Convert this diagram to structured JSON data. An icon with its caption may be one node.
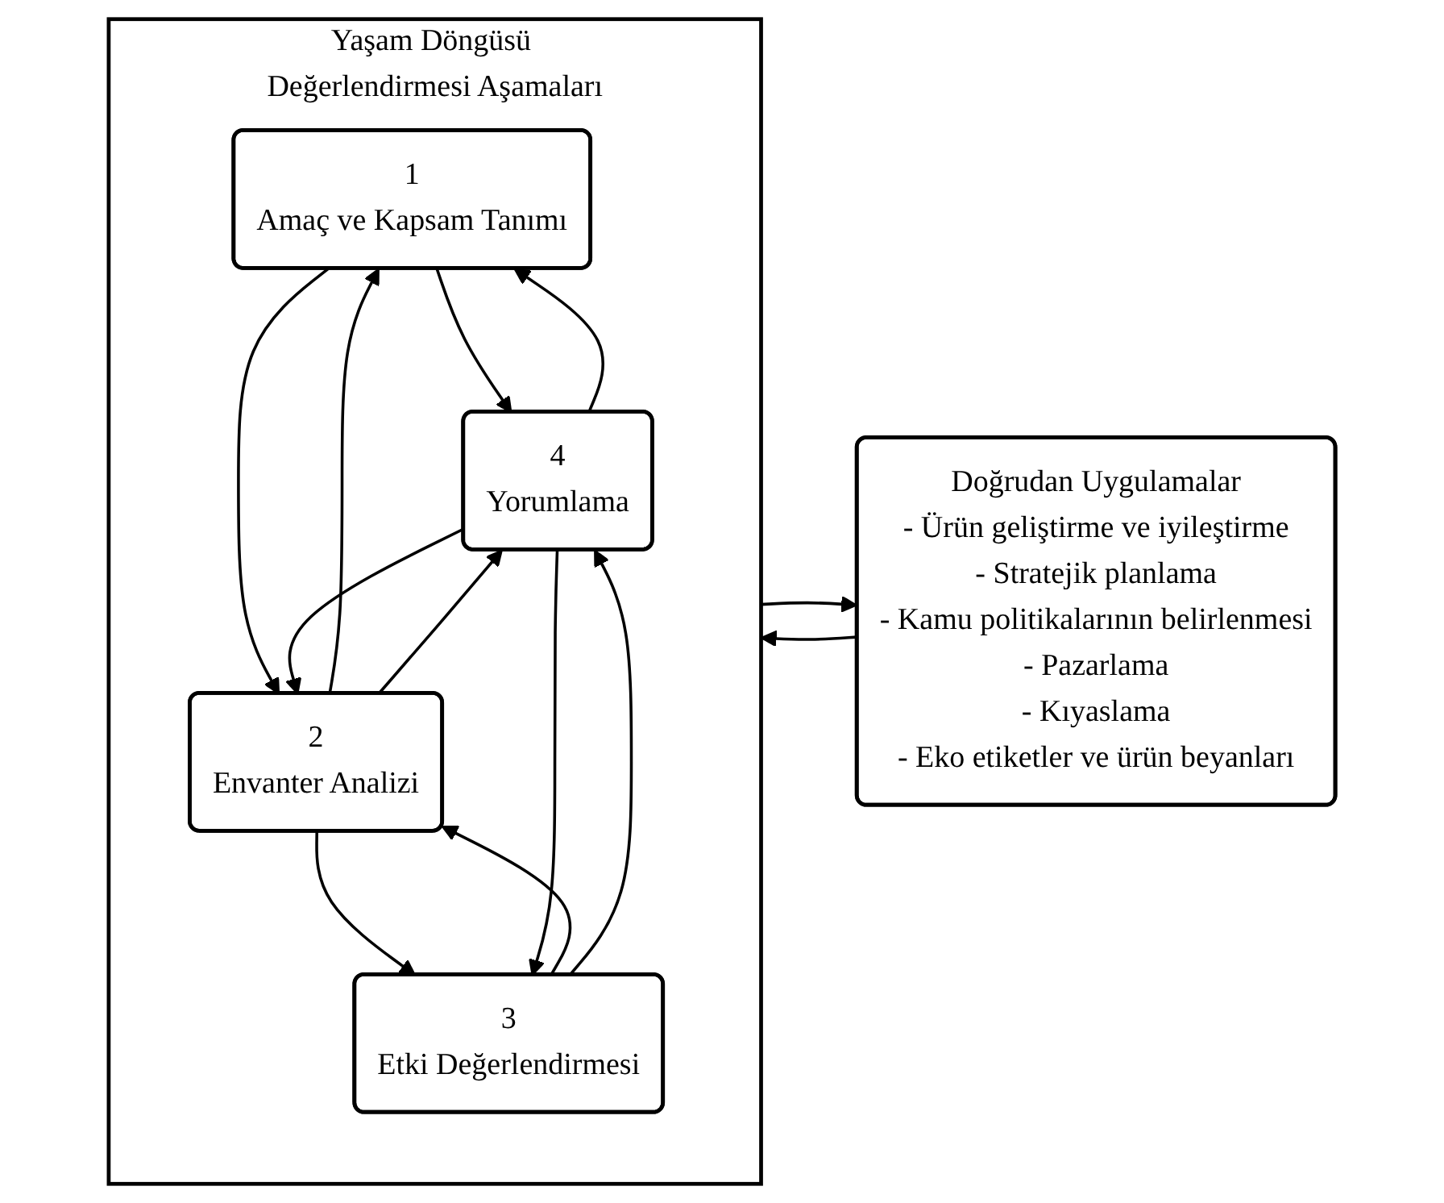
{
  "diagram": {
    "nodes": [
      {
        "text": [
          "Yaşam Döngüsü Değerlendirmesi Aşamaları"
        ]
      },
      {
        "text": [
          "1",
          "Amaç ve Kapsam Tanımı"
        ],
        "in": 0
      },
      {
        "text": [
          "2",
          "Envanter Analizi"
        ],
        "in": 0
      },
      {
        "text": [
          "3",
          "Etki Değerlendirmesi"
        ],
        "in": 0
      },
      {
        "text": [
          "4",
          "Yorumlama"
        ],
        "in": 0
      },
      {
        "text": [
          "Doğrudan Uygulamalar",
          "- Ürün geliştirme ve iyileştirme",
          "- Stratejik planlama",
          "- Kamu politikalarının belirlenmesi",
          "- Pazarlama",
          "- Kıyaslama",
          "- Eko etiketler ve ürün beyanları"
        ]
      }
    ],
    "edges": [
      {
        "from": 1,
        "to": 4,
        "arrow": "to"
      },
      {
        "from": 4,
        "to": 1,
        "arrow": "to"
      },
      {
        "from": 1,
        "to": 2,
        "arrow": "to"
      },
      {
        "from": 2,
        "to": 1,
        "arrow": "to"
      },
      {
        "from": 2,
        "to": 4,
        "arrow": "to"
      },
      {
        "from": 4,
        "to": 2,
        "arrow": "to"
      },
      {
        "from": 2,
        "to": 3,
        "arrow": "to"
      },
      {
        "from": 3,
        "to": 2,
        "arrow": "to"
      },
      {
        "from": 3,
        "to": 4,
        "arrow": "to"
      },
      {
        "from": 4,
        "to": 3,
        "arrow": "to"
      },
      {
        "from": 0,
        "to": 5,
        "arrow": "to"
      },
      {
        "from": 5,
        "to": 0,
        "arrow": "to"
      }
    ]
  }
}
